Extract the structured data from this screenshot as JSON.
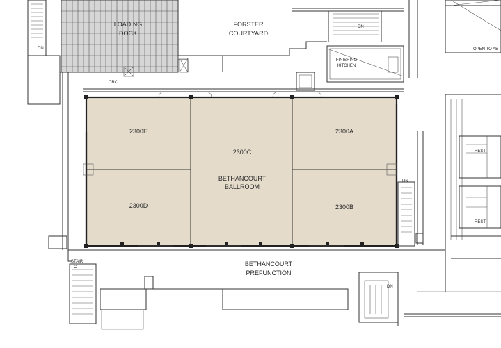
{
  "colors": {
    "ballroom_fill": "#e4dbcb",
    "loading_dock_fill": "#d6d6d6",
    "wall": "#222222",
    "background": "#ffffff"
  },
  "labels": {
    "loading_dock": [
      "LOADING",
      "DOCK"
    ],
    "forster_courtyard": [
      "FORSTER",
      "COURTYARD"
    ],
    "finishing_kitchen": [
      "FINISHING",
      "KITCHEN"
    ],
    "open_to_above": "OPEN TO AB",
    "room_2300e": "2300E",
    "room_2300c": "2300C",
    "room_2300a": "2300A",
    "ballroom": [
      "BETHANCOURT",
      "BALLROOM"
    ],
    "room_2300d": "2300D",
    "room_2300b": "2300B",
    "prefunction": [
      "BETHANCOURT",
      "PREFUNCTION"
    ],
    "stair_c": [
      "STAIR",
      "C"
    ],
    "dn": "DN",
    "crc": "CRC",
    "rest": "REST"
  }
}
